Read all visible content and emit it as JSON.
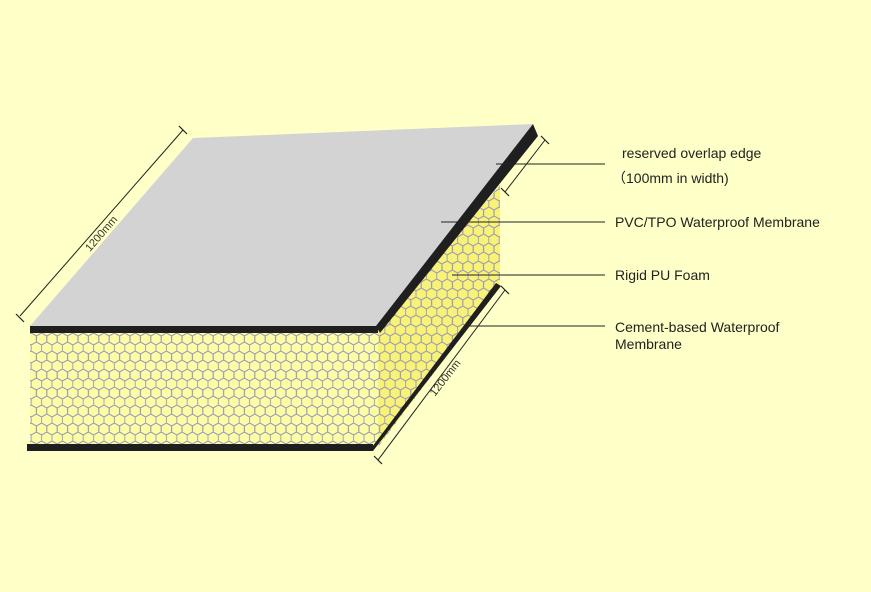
{
  "colors": {
    "background": "#ffffc8",
    "membrane_top": "#d3d3d3",
    "foam": "#fdfda6",
    "foam_side": "#f8f276",
    "hex_line": "#9a9ab8",
    "edge": "#1f1f1f"
  },
  "labels": {
    "overlap_line1": "reserved overlap edge",
    "overlap_line2": "（100mm in width)",
    "pvc": "PVC/TPO Waterproof Membrane",
    "foam": "Rigid PU Foam",
    "cement_line1": "Cement-based Waterproof",
    "cement_line2": "Membrane"
  },
  "dimensions": {
    "length_top": "1200mm",
    "length_side": "1200mm"
  }
}
